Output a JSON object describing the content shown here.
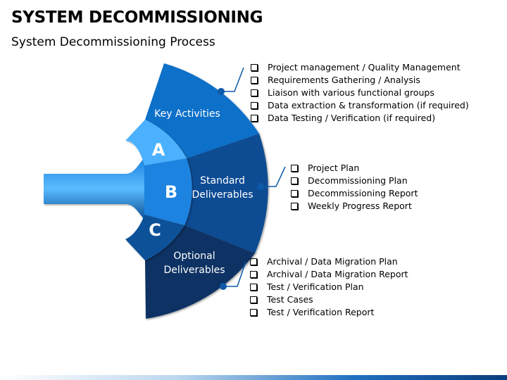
{
  "header": {
    "title": "SYSTEM DECOMMISSIONING",
    "subtitle": "System Decommissioning Process"
  },
  "diagram": {
    "segments": [
      {
        "letter": "A",
        "label_lines": [
          "Key Activities"
        ]
      },
      {
        "letter": "B",
        "label_lines": [
          "Standard",
          "Deliverables"
        ]
      },
      {
        "letter": "C",
        "label_lines": [
          "Optional",
          "Deliverables"
        ]
      }
    ],
    "colors": {
      "outer_a": "#0c70c9",
      "outer_b": "#0b4c93",
      "outer_c": "#093263",
      "inner_a": "#4bb1ff",
      "inner_b": "#1a83e0",
      "inner_c": "#0a5199",
      "connector": "#0e5aa8"
    }
  },
  "lists": {
    "key_activities": [
      "Project management / Quality Management",
      "Requirements  Gathering / Analysis",
      "Liaison with various functional  groups",
      "Data extraction & transformation (if required)",
      "Data Testing / Verification (if required)"
    ],
    "standard_deliverables": [
      "Project Plan",
      "Decommissioning Plan",
      "Decommissioning Report",
      "Weekly Progress Report"
    ],
    "optional_deliverables": [
      "Archival / Data Migration Plan",
      "Archival / Data Migration Report",
      "Test / Verification Plan",
      "Test Cases",
      "Test / Verification Report"
    ]
  }
}
